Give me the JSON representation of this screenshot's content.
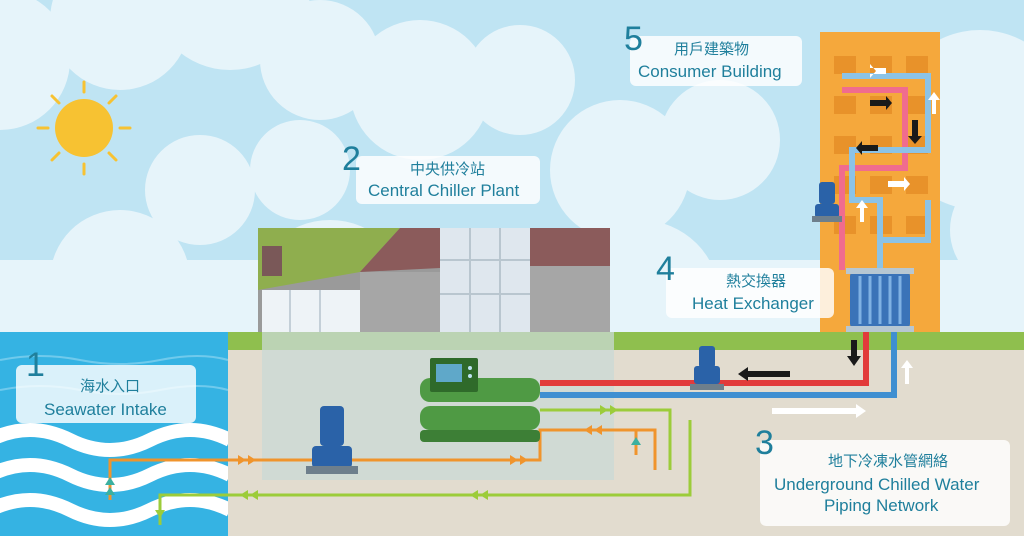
{
  "labels": [
    {
      "number": "1",
      "zh": "海水入口",
      "en": [
        "Seawater Intake"
      ]
    },
    {
      "number": "2",
      "zh": "中央供冷站",
      "en": [
        "Central Chiller Plant"
      ]
    },
    {
      "number": "3",
      "zh": "地下冷凍水管網絡",
      "en": [
        "Underground Chilled Water",
        "Piping Network"
      ]
    },
    {
      "number": "4",
      "zh": "熱交換器",
      "en": [
        "Heat Exchanger"
      ]
    },
    {
      "number": "5",
      "zh": "用戶建築物",
      "en": [
        "Consumer Building"
      ]
    }
  ],
  "colors": {
    "sky": "#bfe4f3",
    "cloud": "#e6f4fa",
    "sea": "#35b3e3",
    "ground": "#e2dccf",
    "grass": "#8fbf4e",
    "building": "#f5a83c",
    "hot_pipe": "#e23b3b",
    "cold_pipe": "#3f8fd1",
    "pink_pipe": "#f06c8e",
    "light_blue_pipe": "#8cc3e6",
    "seawater_in": "#f0942c",
    "seawater_return": "#9ccc3a",
    "text": "#1f7f9c"
  },
  "icons": [
    "sun-icon",
    "pump-icon",
    "chiller-icon",
    "heat-exchanger-icon",
    "flow-arrow-icon"
  ]
}
